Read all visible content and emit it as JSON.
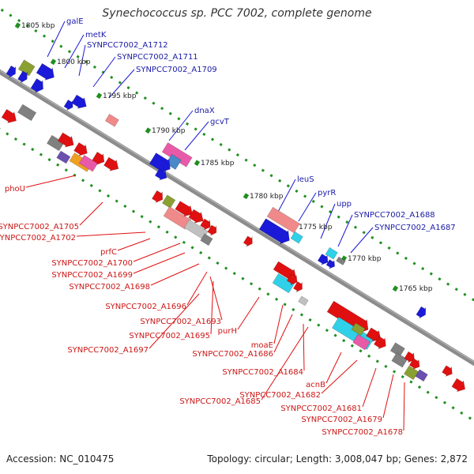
{
  "title": "Synechococcus sp. PCC 7002, complete genome",
  "footer": {
    "accession": "Accession: NC_010475",
    "summary": "Topology: circular; Length: 3,008,047 bp; Genes: 2,872"
  },
  "colors": {
    "backbone": "#8c8c8c",
    "ruler_tick": "#1f8f1f",
    "plus_strand_gene": "#1a1ad8",
    "minus_strand_gene": "#e01010",
    "pink": "#e85aa8",
    "light_red": "#f08a8a",
    "gray": "#808080",
    "olive": "#8aa030",
    "cyan": "#30d0e8",
    "steel_blue": "#4a88c8",
    "purple": "#6a50b0",
    "orange": "#f0a020",
    "light_gray": "#c0c0c0"
  },
  "ruler_labels": [
    "1805 kbp",
    "1800 kbp",
    "1795 kbp",
    "1790 kbp",
    "1785 kbp",
    "1780 kbp",
    "1775 kbp",
    "1770 kbp",
    "1765 kbp"
  ],
  "labels_blue": [
    "galE",
    "metK",
    "SYNPCC7002_A1712",
    "SYNPCC7002_A1711",
    "SYNPCC7002_A1709",
    "dnaX",
    "gcvT",
    "leuS",
    "pyrR",
    "upp",
    "SYNPCC7002_A1688",
    "SYNPCC7002_A1687"
  ],
  "labels_red": [
    "phoU",
    "SYNPCC7002_A1705",
    "SYNPCC7002_A1702",
    "prfC",
    "SYNPCC7002_A1700",
    "SYNPCC7002_A1699",
    "SYNPCC7002_A1698",
    "SYNPCC7002_A1696",
    "SYNPCC7002_A1693",
    "SYNPCC7002_A1695",
    "SYNPCC7002_A1697",
    "purH",
    "moaE",
    "SYNPCC7002_A1686",
    "SYNPCC7002_A1684",
    "acnB",
    "SYNPCC7002_A1682",
    "SYNPCC7002_A1685",
    "SYNPCC7002_A1681",
    "SYNPCC7002_A1679",
    "SYNPCC7002_A1678"
  ]
}
